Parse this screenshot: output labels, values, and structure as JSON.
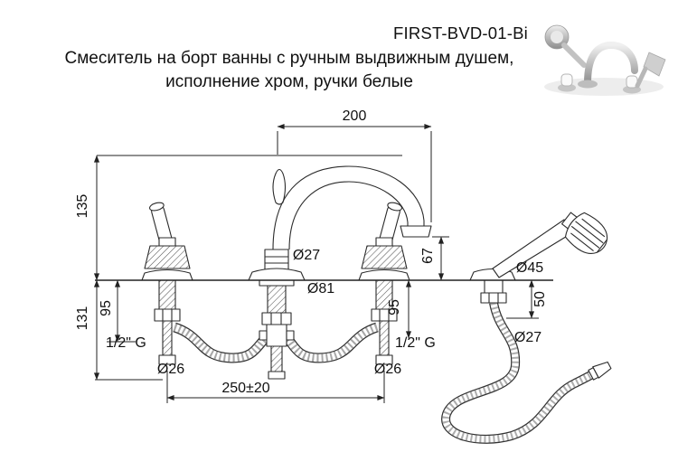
{
  "header": {
    "model": "FIRST-BVD-01-Bi",
    "description_line1": "Смеситель на борт ванны с ручным выдвижным душем,",
    "description_line2": "исполнение хром, ручки белые"
  },
  "drawing": {
    "dim_top_width": "200",
    "dim_spout_height": "135",
    "dim_total_depth": "131",
    "dim_left_depth": "95",
    "dim_right_depth": "95",
    "dim_outlet_height": "67",
    "dim_spout_diameter": "Ø27",
    "dim_flange_diameter": "Ø81",
    "dim_shower_base_diameter": "Ø45",
    "dim_holder_depth": "50",
    "dim_hose_diameter": "Ø27",
    "dim_left_thread": "1/2\" G",
    "dim_right_thread": "1/2\" G",
    "dim_left_nut_diameter": "Ø26",
    "dim_right_nut_diameter": "Ø26",
    "dim_hose_span": "250±20"
  }
}
